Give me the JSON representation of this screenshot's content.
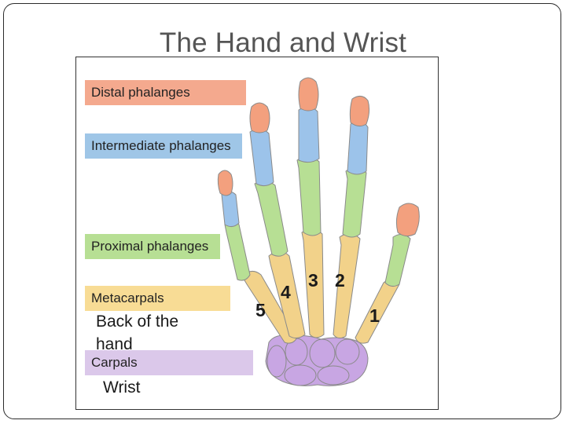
{
  "slide": {
    "title": "The Hand and Wrist"
  },
  "labels": {
    "distal": "Distal phalanges",
    "intermediate": "Intermediate phalanges",
    "proximal": "Proximal phalanges",
    "metacarpals": "Metacarpals",
    "carpals": "Carpals"
  },
  "notes": {
    "back_of_hand": "Back of the hand",
    "wrist": "Wrist"
  },
  "digits": {
    "d1": "1",
    "d2": "2",
    "d3": "3",
    "d4": "4",
    "d5": "5"
  },
  "colors": {
    "distal": "#f4a98e",
    "intermediate": "#9fc6e7",
    "proximal": "#b7df94",
    "metacarpals": "#f8dc95",
    "carpals": "#dbc8ea"
  }
}
